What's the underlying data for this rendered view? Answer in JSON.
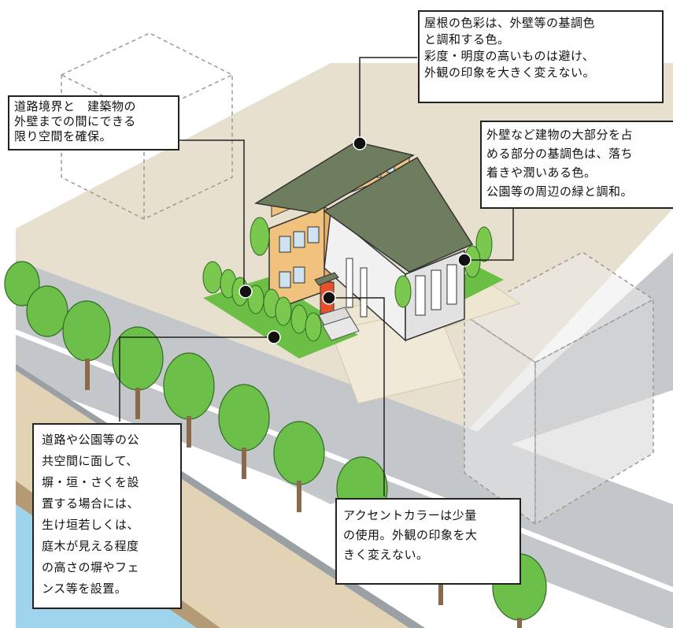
{
  "colors": {
    "road": "#c4c7ca",
    "sidewalk": "#e4dccb",
    "water": "#9fd5ec",
    "grass": "#6bbf45",
    "roof": "#6e7d5e",
    "wall_orange": "#f1c27d",
    "wall_white": "#efefef",
    "accent_door": "#e5522a",
    "tree": "#6cc04a"
  },
  "callouts": [
    {
      "id": "roof-color",
      "lines": [
        "屋根の色彩は、外壁等の基調色",
        "と調和する色。",
        "彩度・明度の高いものは避け、",
        "外観の印象を大きく変えない。"
      ]
    },
    {
      "id": "setback",
      "lines": [
        "道路境界と　建築物の",
        "外壁までの間にできる",
        "限り空間を確保。"
      ]
    },
    {
      "id": "wall-base-color",
      "lines": [
        "外壁など建物の大部分を占",
        "める部分の基調色は、落ち",
        "着きや潤いある色。",
        "公園等の周辺の緑と調和。"
      ]
    },
    {
      "id": "fence-hedge",
      "lines": [
        "道路や公園等の公",
        "共空間に面して、",
        "塀・垣・さくを設",
        "置する場合には、",
        "生け垣若しくは、",
        "庭木が見える程度",
        "の高さの塀やフェ",
        "ンス等を設置。"
      ]
    },
    {
      "id": "accent-color",
      "lines": [
        "アクセントカラーは少量",
        "の使用。外観の印象を大",
        "きく変えない。"
      ]
    }
  ]
}
